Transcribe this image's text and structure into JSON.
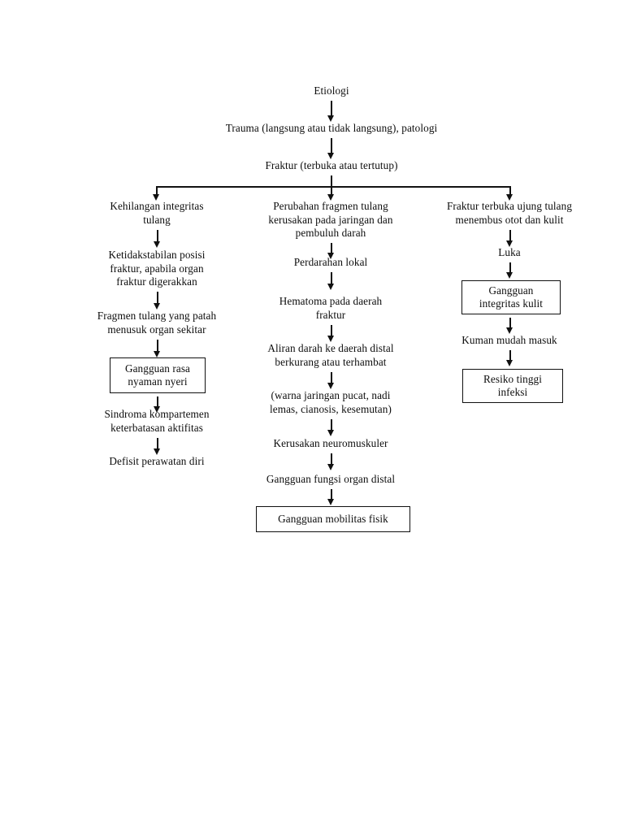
{
  "diagram": {
    "title": "Pathway Fraktur",
    "language": "id",
    "background_color": "#ffffff",
    "line_color": "#111111",
    "text_color": "#0d0d0d",
    "box_border_color": "#111111"
  },
  "nodes": {
    "etiologi": "Etiologi",
    "trauma": "Trauma (langsung atau tidak langsung), patologi",
    "fraktur": "Fraktur (terbuka atau tertutup)",
    "left_1": "Kehilangan integritas\ntulang",
    "left_2": "Ketidakstabilan posisi\nfraktur, apabila organ\nfraktur digerakkan",
    "left_3": "Fragmen tulang yang patah\nmenusuk organ sekitar",
    "left_4_boxed": "Gangguan rasa\nnyaman nyeri",
    "left_5": "Sindroma kompartemen\nketerbatasan aktifitas",
    "left_6": "Defisit perawatan diri",
    "mid_1": "Perubahan fragmen tulang\nkerusakan pada jaringan dan\npembuluh darah",
    "mid_2": "Perdarahan lokal",
    "mid_3": "Hematoma pada daerah\nfraktur",
    "mid_4": "Aliran darah ke daerah distal\nberkurang atau terhambat",
    "mid_5": "(warna jaringan pucat, nadi\nlemas, cianosis, kesemutan)",
    "mid_6": "Kerusakan neuromuskuler",
    "mid_7": "Gangguan fungsi organ distal",
    "mid_8_boxed": "Gangguan mobilitas fisik",
    "right_1": "Fraktur terbuka ujung tulang\nmenembus otot dan kulit",
    "right_2": "Luka",
    "right_3_boxed": "Gangguan\nintegritas kulit",
    "right_4": "Kuman mudah masuk",
    "right_5_boxed": "Resiko tinggi\ninfeksi"
  }
}
